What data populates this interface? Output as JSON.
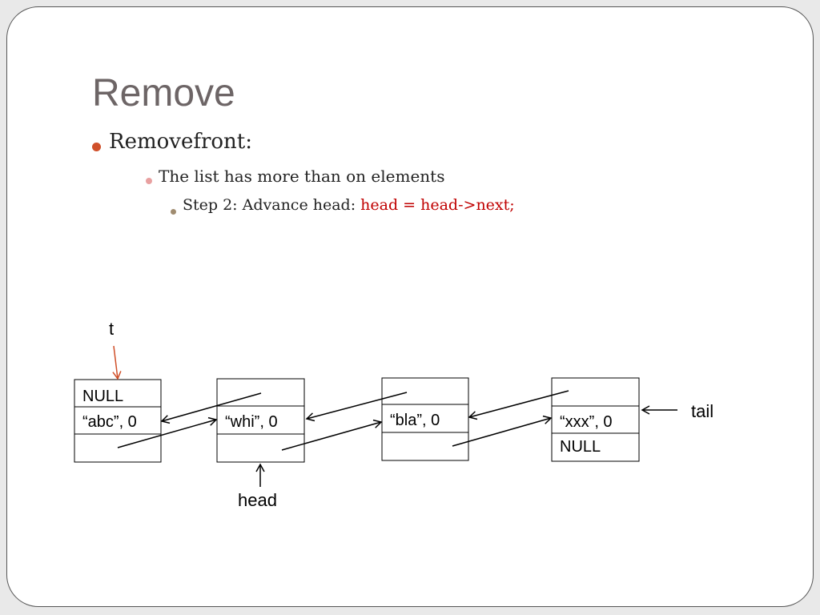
{
  "slide": {
    "title": "Remove",
    "bullets": {
      "level1": "Removefront:",
      "level2": "The list has more than on elements",
      "level3_prefix": "Step 2: Advance head: ",
      "level3_code": "head = head->next;"
    },
    "colors": {
      "bullet1": "#d0502a",
      "bullet2": "#e8a0a0",
      "bullet3": "#a08c70",
      "code": "#c00000",
      "t_arrow": "#d0502a"
    }
  },
  "diagram": {
    "nodes": [
      {
        "prev": "NULL",
        "data": "“abc”, 0",
        "next": ""
      },
      {
        "prev": "",
        "data": "“whi”, 0",
        "next": ""
      },
      {
        "prev": "",
        "data": "“bla”, 0",
        "next": ""
      },
      {
        "prev": "",
        "data": "“xxx”, 0",
        "next": "NULL"
      }
    ],
    "pointers": {
      "t": "t",
      "head": "head",
      "tail": "tail"
    }
  }
}
